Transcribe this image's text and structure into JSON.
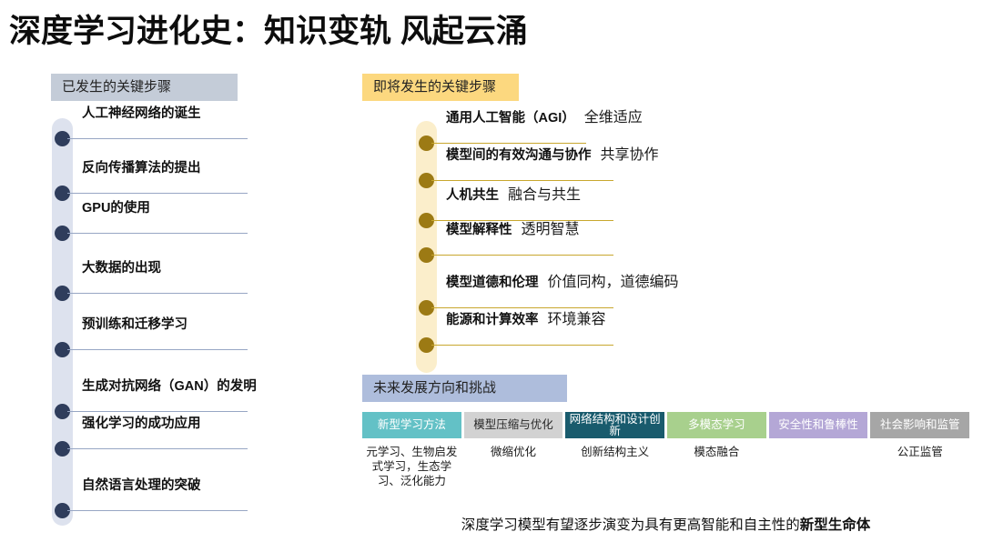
{
  "title": "深度学习进化史：知识变轨  风起云涌",
  "past": {
    "badge": "已发生的关键步骤",
    "accent_dot": "#2f3d5c",
    "accent_rail": "#dde2ee",
    "badge_color": "#c4ccd8",
    "items": [
      {
        "label": "人工神经网络的诞生"
      },
      {
        "label": "反向传播算法的提出"
      },
      {
        "label": "GPU的使用"
      },
      {
        "label": "大数据的出现"
      },
      {
        "label": "预训练和迁移学习"
      },
      {
        "label": "生成对抗网络（GAN）的发明"
      },
      {
        "label": "强化学习的成功应用"
      },
      {
        "label": "自然语言处理的突破"
      }
    ]
  },
  "future": {
    "badge": "即将发生的关键步骤",
    "accent_dot": "#9c7a14",
    "accent_rail": "#fbeecb",
    "badge_color": "#fcd87f",
    "items": [
      {
        "label": "通用人工智能（AGI）",
        "note": "全维适应"
      },
      {
        "label": "模型间的有效沟通与协作",
        "note": "共享协作"
      },
      {
        "label": "人机共生",
        "note": "融合与共生"
      },
      {
        "label": "模型解释性",
        "note": "透明智慧"
      },
      {
        "label": "模型道德和伦理",
        "note": "价值同构，道德编码"
      },
      {
        "label": "能源和计算效率",
        "note": "环境兼容"
      }
    ]
  },
  "directions": {
    "badge": "未来发展方向和挑战",
    "badge_color": "#aebddc",
    "columns": [
      {
        "header": "新型学习方法",
        "header_bg": "#63c1c6",
        "header_color": "#ffffff",
        "body": "元学习、生物启发式学习，生态学习、泛化能力"
      },
      {
        "header": "模型压缩与优化",
        "header_bg": "#d2d2d2",
        "header_color": "#262626",
        "body": "微缩优化"
      },
      {
        "header": "网络结构和设计创新",
        "header_bg": "#195b6d",
        "header_color": "#ffffff",
        "body": "创新结构主义"
      },
      {
        "header": "多模态学习",
        "header_bg": "#a8d08d",
        "header_color": "#ffffff",
        "body": "模态融合"
      },
      {
        "header": "安全性和鲁棒性",
        "header_bg": "#b4a7d6",
        "header_color": "#ffffff",
        "body": ""
      },
      {
        "header": "社会影响和监管",
        "header_bg": "#a6a6a6",
        "header_color": "#ffffff",
        "body": "公正监管"
      }
    ]
  },
  "footer": {
    "prefix": "深度学习模型有望逐步演变为具有更高智能和自主性的",
    "strong": "新型生命体"
  }
}
